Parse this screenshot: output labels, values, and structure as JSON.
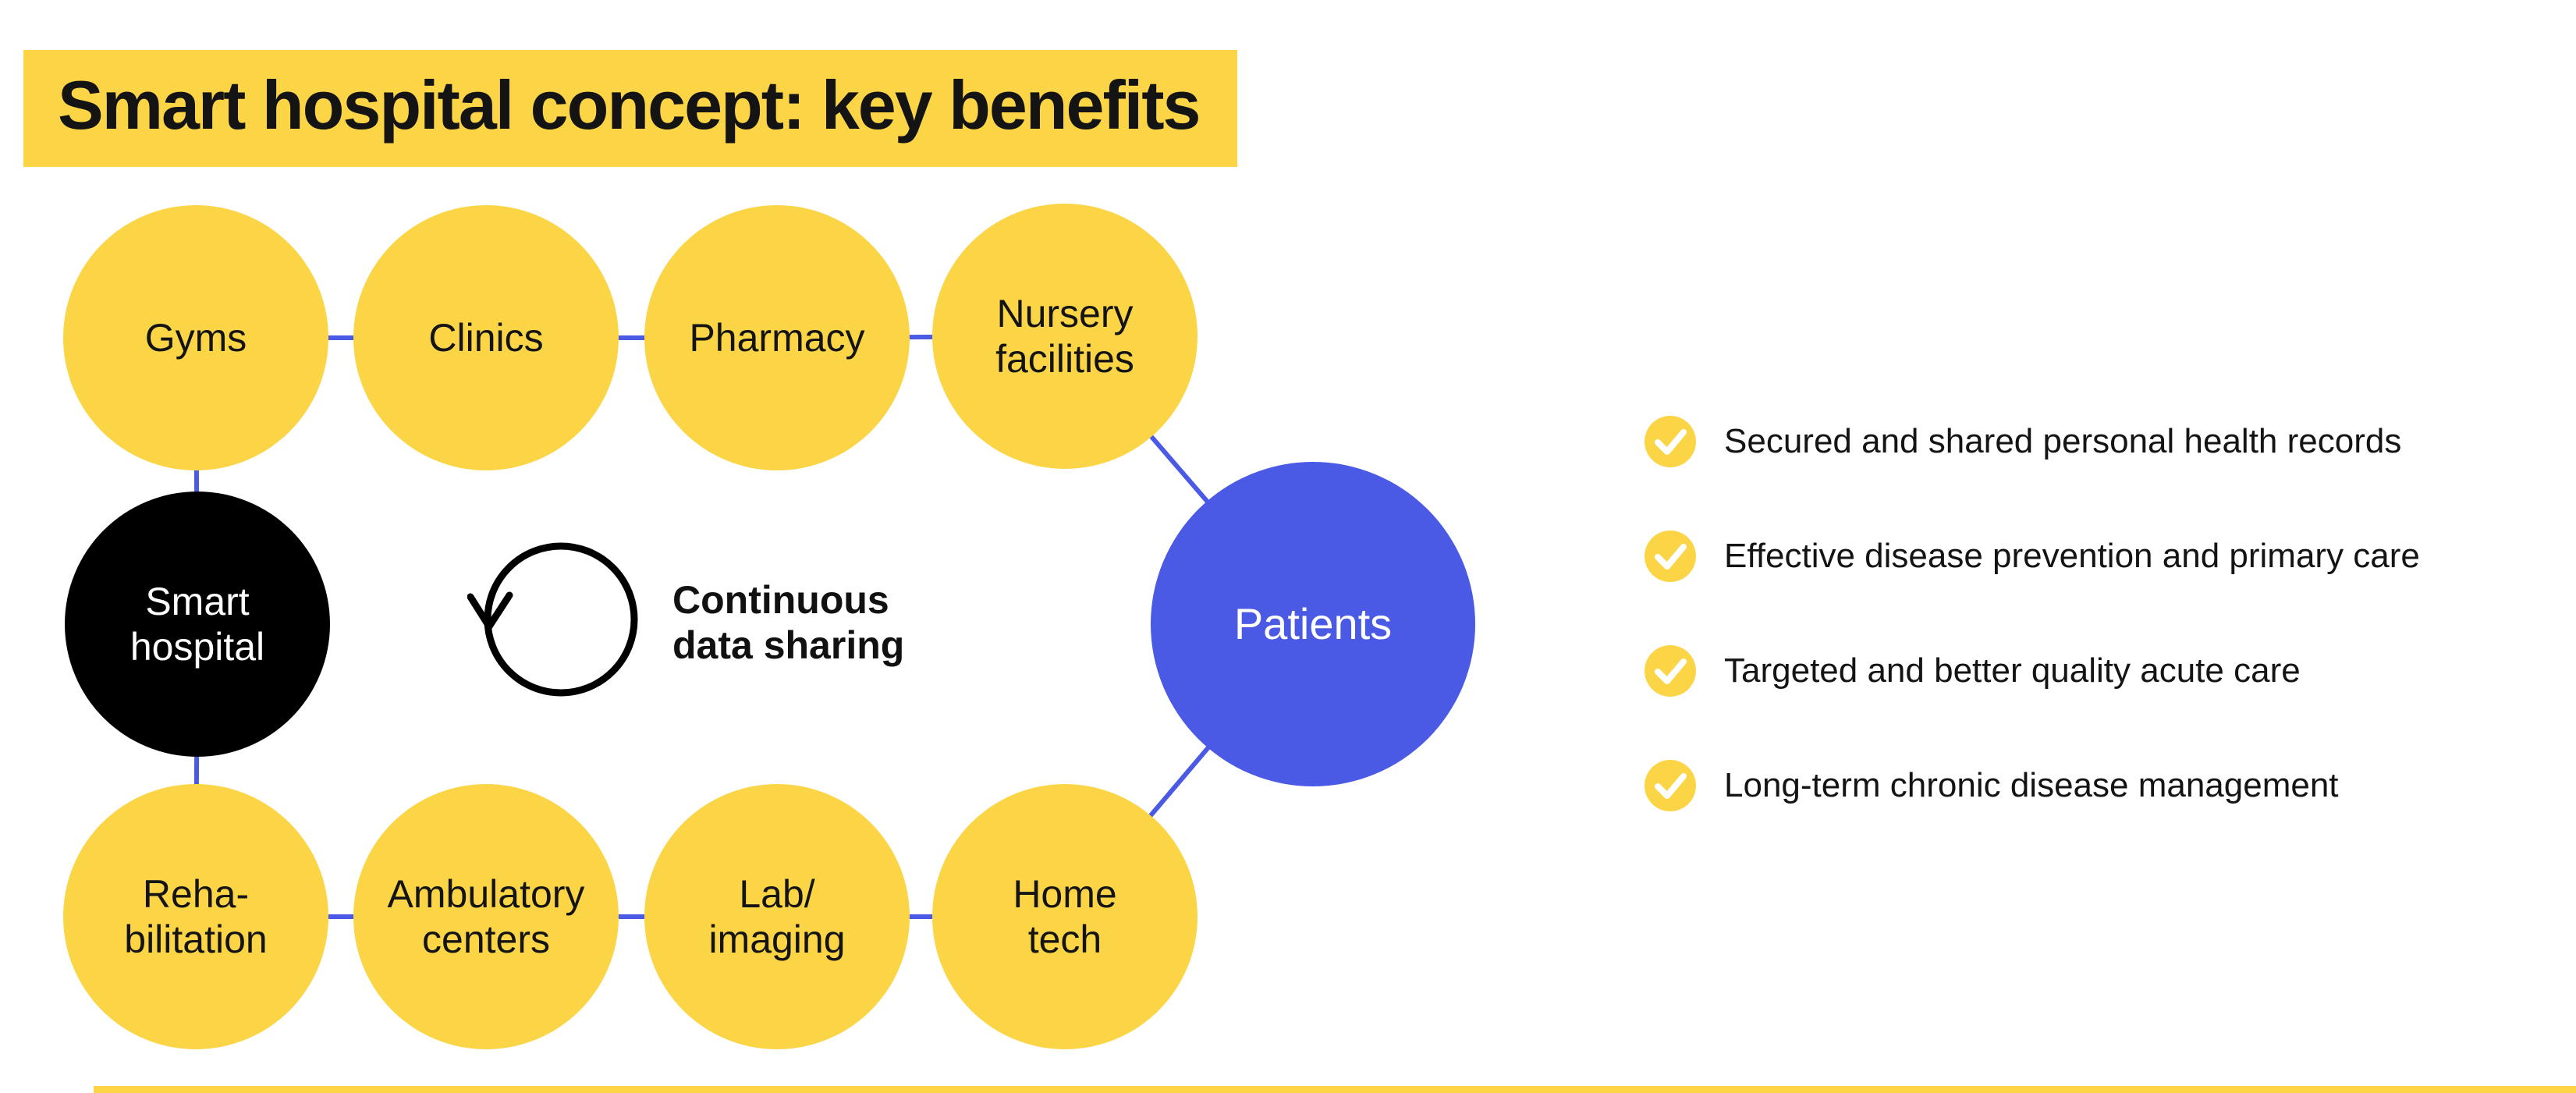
{
  "title": "Smart hospital concept: key benefits",
  "colors": {
    "yellow": "#FBD546",
    "blue": "#4A5AE4",
    "ink": "#141414"
  },
  "diagram": {
    "nodes": [
      {
        "id": "gyms",
        "type": "yellow",
        "lines": [
          "Gyms",
          ""
        ]
      },
      {
        "id": "clinics",
        "type": "yellow",
        "lines": [
          "Clinics",
          ""
        ]
      },
      {
        "id": "pharmacy",
        "type": "yellow",
        "lines": [
          "Pharmacy",
          ""
        ]
      },
      {
        "id": "nursery",
        "type": "yellow",
        "lines": [
          "Nursery",
          "facilities"
        ]
      },
      {
        "id": "smart-hospital",
        "type": "black",
        "lines": [
          "Smart",
          "hospital"
        ]
      },
      {
        "id": "rehabilitation",
        "type": "yellow",
        "lines": [
          "Reha-",
          "bilitation"
        ]
      },
      {
        "id": "ambulatory",
        "type": "yellow",
        "lines": [
          "Ambulatory",
          "centers"
        ]
      },
      {
        "id": "lab-imaging",
        "type": "yellow",
        "lines": [
          "Lab/",
          "imaging"
        ]
      },
      {
        "id": "home-tech",
        "type": "yellow",
        "lines": [
          "Home",
          "tech"
        ]
      },
      {
        "id": "patients",
        "type": "blue",
        "lines": [
          "Patients",
          ""
        ]
      }
    ],
    "center": {
      "icon": "cycle-arrow-icon",
      "lines": [
        "Continuous",
        "data sharing"
      ]
    }
  },
  "benefits": [
    "Secured and shared personal health records",
    "Effective disease prevention and primary care",
    "Targeted and better quality acute care",
    "Long-term chronic disease management"
  ]
}
